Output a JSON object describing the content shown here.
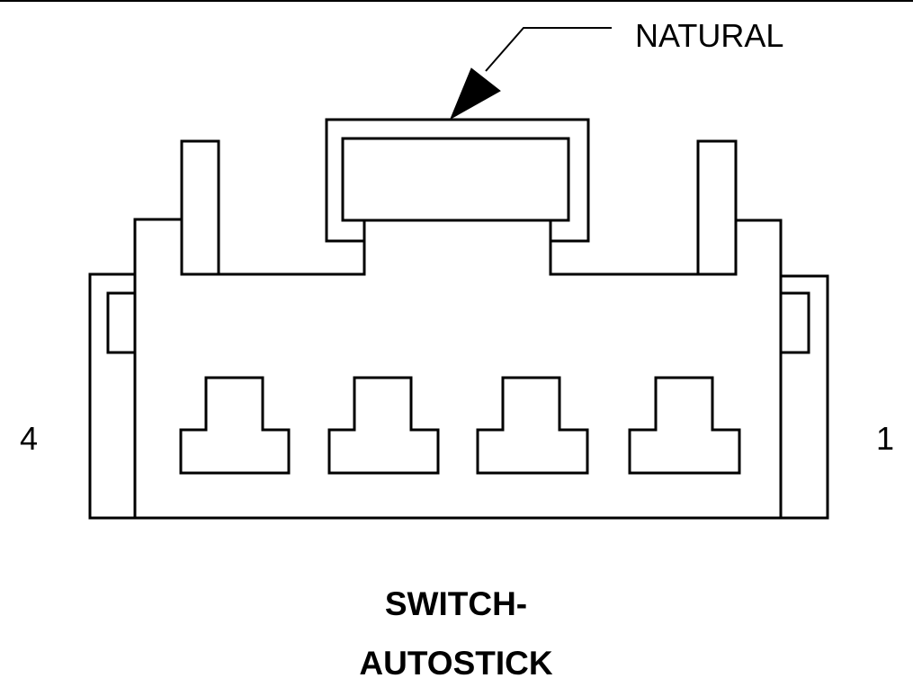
{
  "callout": {
    "label": "NATURAL"
  },
  "pins": {
    "left_label": "4",
    "right_label": "1"
  },
  "title": {
    "line1": "SWITCH-",
    "line2": "AUTOSTICK"
  },
  "colors": {
    "stroke": "#000000",
    "background": "#ffffff"
  },
  "terminals": [
    "terminal-4",
    "terminal-3",
    "terminal-2",
    "terminal-1"
  ]
}
